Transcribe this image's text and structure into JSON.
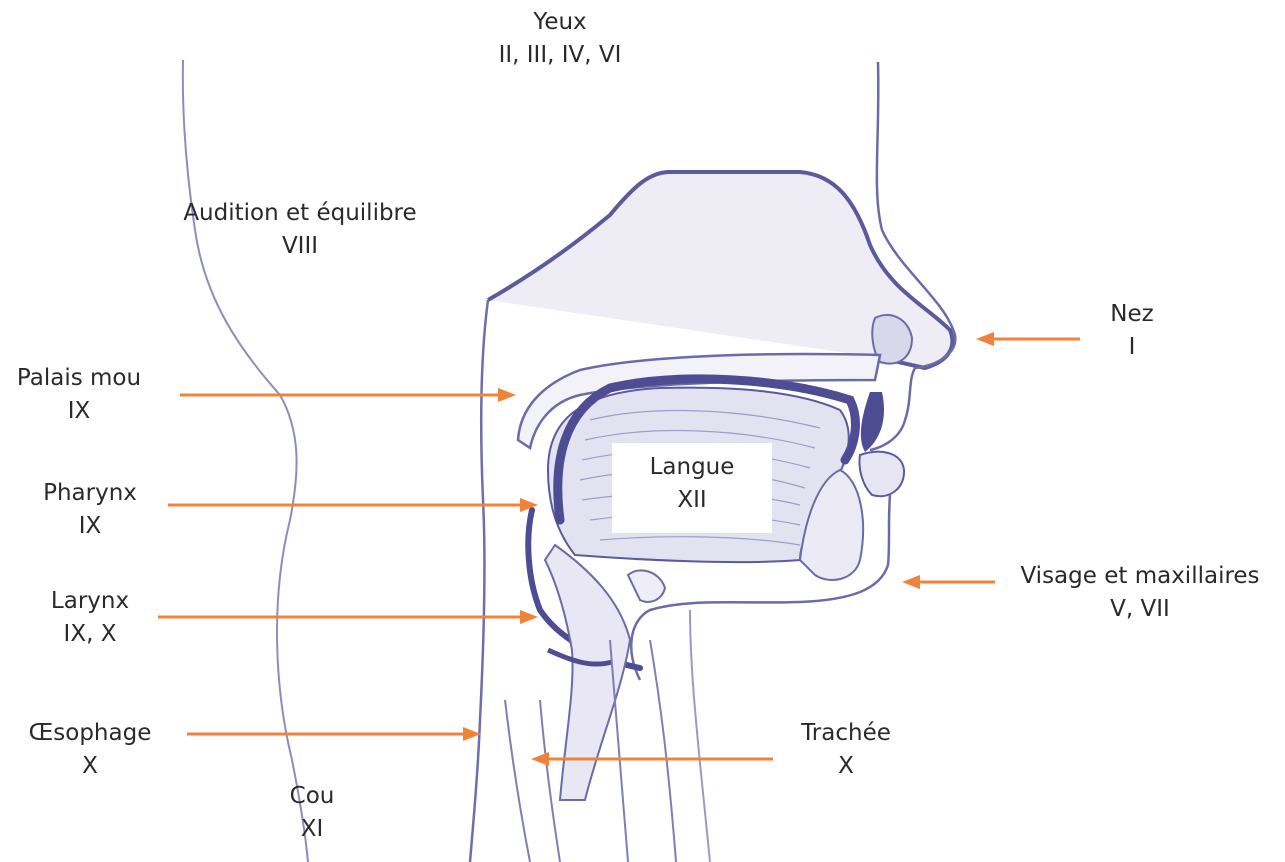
{
  "colors": {
    "ink": "#5b5a9c",
    "ink_light": "#a9a8cf",
    "shade": "#e6e5f1",
    "arrow": "#f0823a",
    "text": "#2a2a2a"
  },
  "labels": {
    "yeux": {
      "name": "Yeux",
      "nerves": "II, III, IV, VI"
    },
    "audition": {
      "name": "Audition et équilibre",
      "nerves": "VIII"
    },
    "nez": {
      "name": "Nez",
      "nerves": "I"
    },
    "palais": {
      "name": "Palais mou",
      "nerves": "IX"
    },
    "pharynx": {
      "name": "Pharynx",
      "nerves": "IX"
    },
    "langue": {
      "name": "Langue",
      "nerves": "XII"
    },
    "larynx": {
      "name": "Larynx",
      "nerves": "IX, X"
    },
    "visage": {
      "name": "Visage et maxillaires",
      "nerves": "V, VII"
    },
    "oesophage": {
      "name": "Œsophage",
      "nerves": "X"
    },
    "trachee": {
      "name": "Trachée",
      "nerves": "X"
    },
    "cou": {
      "name": "Cou",
      "nerves": "XI"
    }
  }
}
